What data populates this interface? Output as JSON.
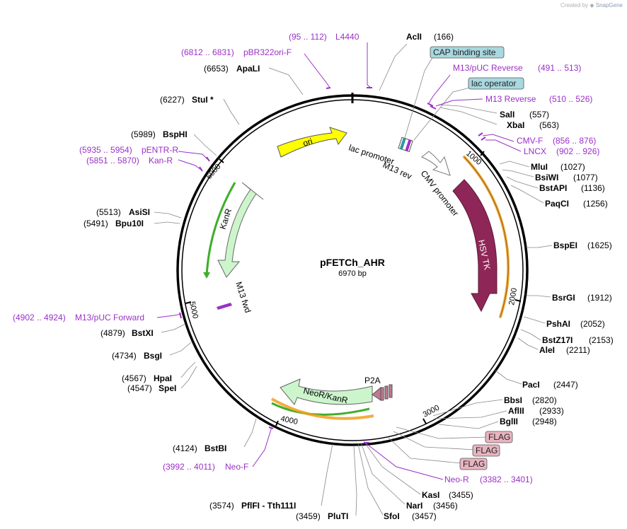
{
  "brand": {
    "prefix": "Created by",
    "name": "SnapGene"
  },
  "plasmid": {
    "name": "pFETCh_AHR",
    "size": "6970 bp"
  },
  "ticks": [
    "1000",
    "2000",
    "3000",
    "4000",
    "5000",
    "6000"
  ],
  "sites": [
    {
      "name": "AclI",
      "pos": "(166)"
    },
    {
      "name": "SalI",
      "pos": "(557)"
    },
    {
      "name": "XbaI",
      "pos": "(563)"
    },
    {
      "name": "MluI",
      "pos": "(1027)"
    },
    {
      "name": "BsiWI",
      "pos": "(1077)"
    },
    {
      "name": "BstAPI",
      "pos": "(1136)"
    },
    {
      "name": "PaqCI",
      "pos": "(1256)"
    },
    {
      "name": "BspEI",
      "pos": "(1625)"
    },
    {
      "name": "BsrGI",
      "pos": "(1912)"
    },
    {
      "name": "PshAI",
      "pos": "(2052)"
    },
    {
      "name": "BstZ17I",
      "pos": "(2153)"
    },
    {
      "name": "AleI",
      "pos": "(2211)"
    },
    {
      "name": "PacI",
      "pos": "(2447)"
    },
    {
      "name": "BbsI",
      "pos": "(2820)"
    },
    {
      "name": "AflII",
      "pos": "(2933)"
    },
    {
      "name": "BglII",
      "pos": "(2948)"
    },
    {
      "name": "KasI",
      "pos": "(3455)"
    },
    {
      "name": "NarI",
      "pos": "(3456)"
    },
    {
      "name": "SfoI",
      "pos": "(3457)"
    },
    {
      "name": "PluTI",
      "pos": "(3459)"
    },
    {
      "name": "PflFI - Tth111I",
      "pos": "(3574)"
    },
    {
      "name": "BstBI",
      "pos": "(4124)"
    },
    {
      "name": "SpeI",
      "pos": "(4547)"
    },
    {
      "name": "HpaI",
      "pos": "(4567)"
    },
    {
      "name": "BsgI",
      "pos": "(4734)"
    },
    {
      "name": "BstXI",
      "pos": "(4879)"
    },
    {
      "name": "Bpu10I",
      "pos": "(5491)"
    },
    {
      "name": "AsiSI",
      "pos": "(5513)"
    },
    {
      "name": "BspHI",
      "pos": "(5989)"
    },
    {
      "name": "StuI *",
      "pos": "(6227)"
    },
    {
      "name": "ApaLI",
      "pos": "(6653)"
    }
  ],
  "primers": [
    {
      "name": "L4440",
      "range": "(95 .. 112)"
    },
    {
      "name": "pBR322ori-F",
      "range": "(6812 .. 6831)"
    },
    {
      "name": "M13/pUC Reverse",
      "range": "(491 .. 513)"
    },
    {
      "name": "M13 Reverse",
      "range": "(510 .. 526)"
    },
    {
      "name": "CMV-F",
      "range": "(856 .. 876)"
    },
    {
      "name": "LNCX",
      "range": "(902 .. 926)"
    },
    {
      "name": "pENTR-R",
      "range": "(5935 .. 5954)"
    },
    {
      "name": "Kan-R",
      "range": "(5851 .. 5870)"
    },
    {
      "name": "M13/pUC Forward",
      "range": "(4902 .. 4924)"
    },
    {
      "name": "Neo-R",
      "range": "(3382 .. 3401)"
    },
    {
      "name": "Neo-F",
      "range": "(3992 .. 4011)"
    }
  ],
  "boxes": [
    "CAP binding site",
    "lac operator",
    "FLAG",
    "FLAG",
    "FLAG"
  ],
  "features": {
    "ori": "ori",
    "lac_promoter": "lac promoter",
    "m13_rev": "M13 rev",
    "cmv_promoter": "CMV promoter",
    "hsv_tk": "HSV TK",
    "kanr": "KanR",
    "m13_fwd": "M13 fwd",
    "neor": "NeoR/KanR",
    "p2a": "P2A"
  },
  "colors": {
    "backbone": "#000000",
    "primer": "#9b30c8",
    "ori": "#ffff00",
    "hsv_tk": "#8e2757",
    "kanr": "#ccf5cc",
    "orf_orange": "#f0a020",
    "orf_green": "#3fae2a",
    "box_blue": "#a8d8e0",
    "box_pink": "#e8b4c0",
    "p2a": "#c07890"
  }
}
